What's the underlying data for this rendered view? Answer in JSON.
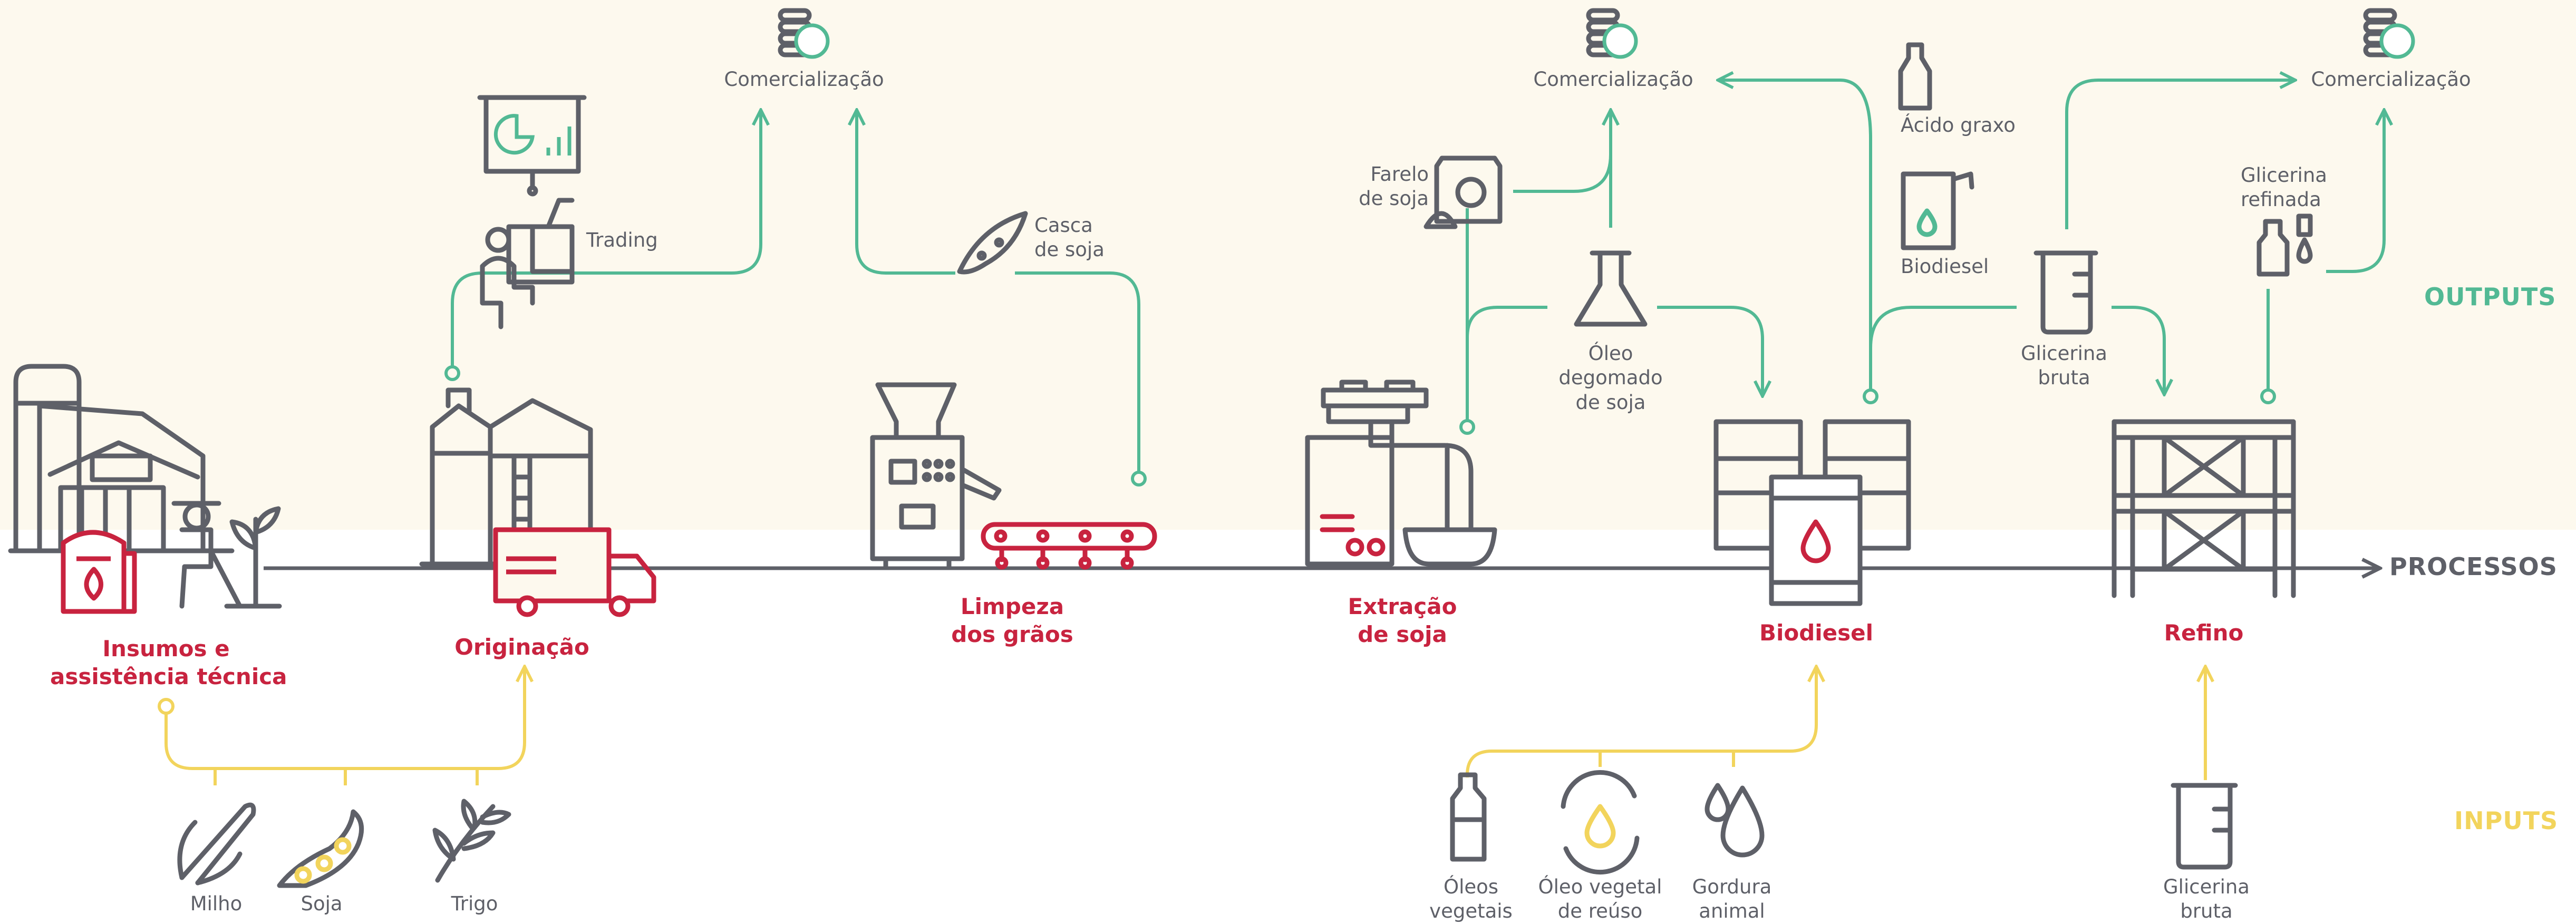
{
  "colors": {
    "outputs_bg": "#fdf9ee",
    "outputs_line": "#52b994",
    "process_line": "#5e6068",
    "process_text": "#c8233f",
    "inputs_line": "#f2d45c",
    "icon": "#5e6068",
    "outputs_band": "#52b994",
    "inputs_band": "#f2d45c"
  },
  "bands": {
    "outputs": "OUTPUTS",
    "processos": "PROCESSOS",
    "inputs": "INPUTS"
  },
  "processes": [
    {
      "id": "insumos",
      "lines": [
        "Insumos e",
        "assistência técnica"
      ],
      "icon": "farm-icon"
    },
    {
      "id": "originacao",
      "lines": [
        "Originação"
      ],
      "icon": "silo-truck-icon"
    },
    {
      "id": "limpeza",
      "lines": [
        "Limpeza",
        "dos grãos"
      ],
      "icon": "cleaning-machine-icon"
    },
    {
      "id": "extracao",
      "lines": [
        "Extração",
        "de soja"
      ],
      "icon": "extractor-icon"
    },
    {
      "id": "biodiesel",
      "lines": [
        "Biodiesel"
      ],
      "icon": "barrels-icon"
    },
    {
      "id": "refino",
      "lines": [
        "Refino"
      ],
      "icon": "refinery-icon"
    }
  ],
  "outputs": {
    "comercializacao_1": "Comercialização",
    "comercializacao_2": "Comercialização",
    "comercializacao_3": "Comercialização",
    "trading": "Trading",
    "casca_de_soja": [
      "Casca",
      "de soja"
    ],
    "farelo_de_soja": [
      "Farelo",
      "de soja"
    ],
    "oleo_degomado": [
      "Óleo",
      "degomado",
      "de soja"
    ],
    "acido_graxo": "Ácido graxo",
    "biodiesel": "Biodiesel",
    "glicerina_bruta": [
      "Glicerina",
      "bruta"
    ],
    "glicerina_refinada": [
      "Glicerina",
      "refinada"
    ]
  },
  "inputs": {
    "milho": "Milho",
    "soja": "Soja",
    "trigo": "Trigo",
    "oleos_vegetais": [
      "Óleos",
      "vegetais"
    ],
    "oleo_reuso": [
      "Óleo vegetal",
      "de reúso"
    ],
    "gordura_animal": [
      "Gordura",
      "animal"
    ],
    "glicerina_bruta": [
      "Glicerina",
      "bruta"
    ]
  }
}
